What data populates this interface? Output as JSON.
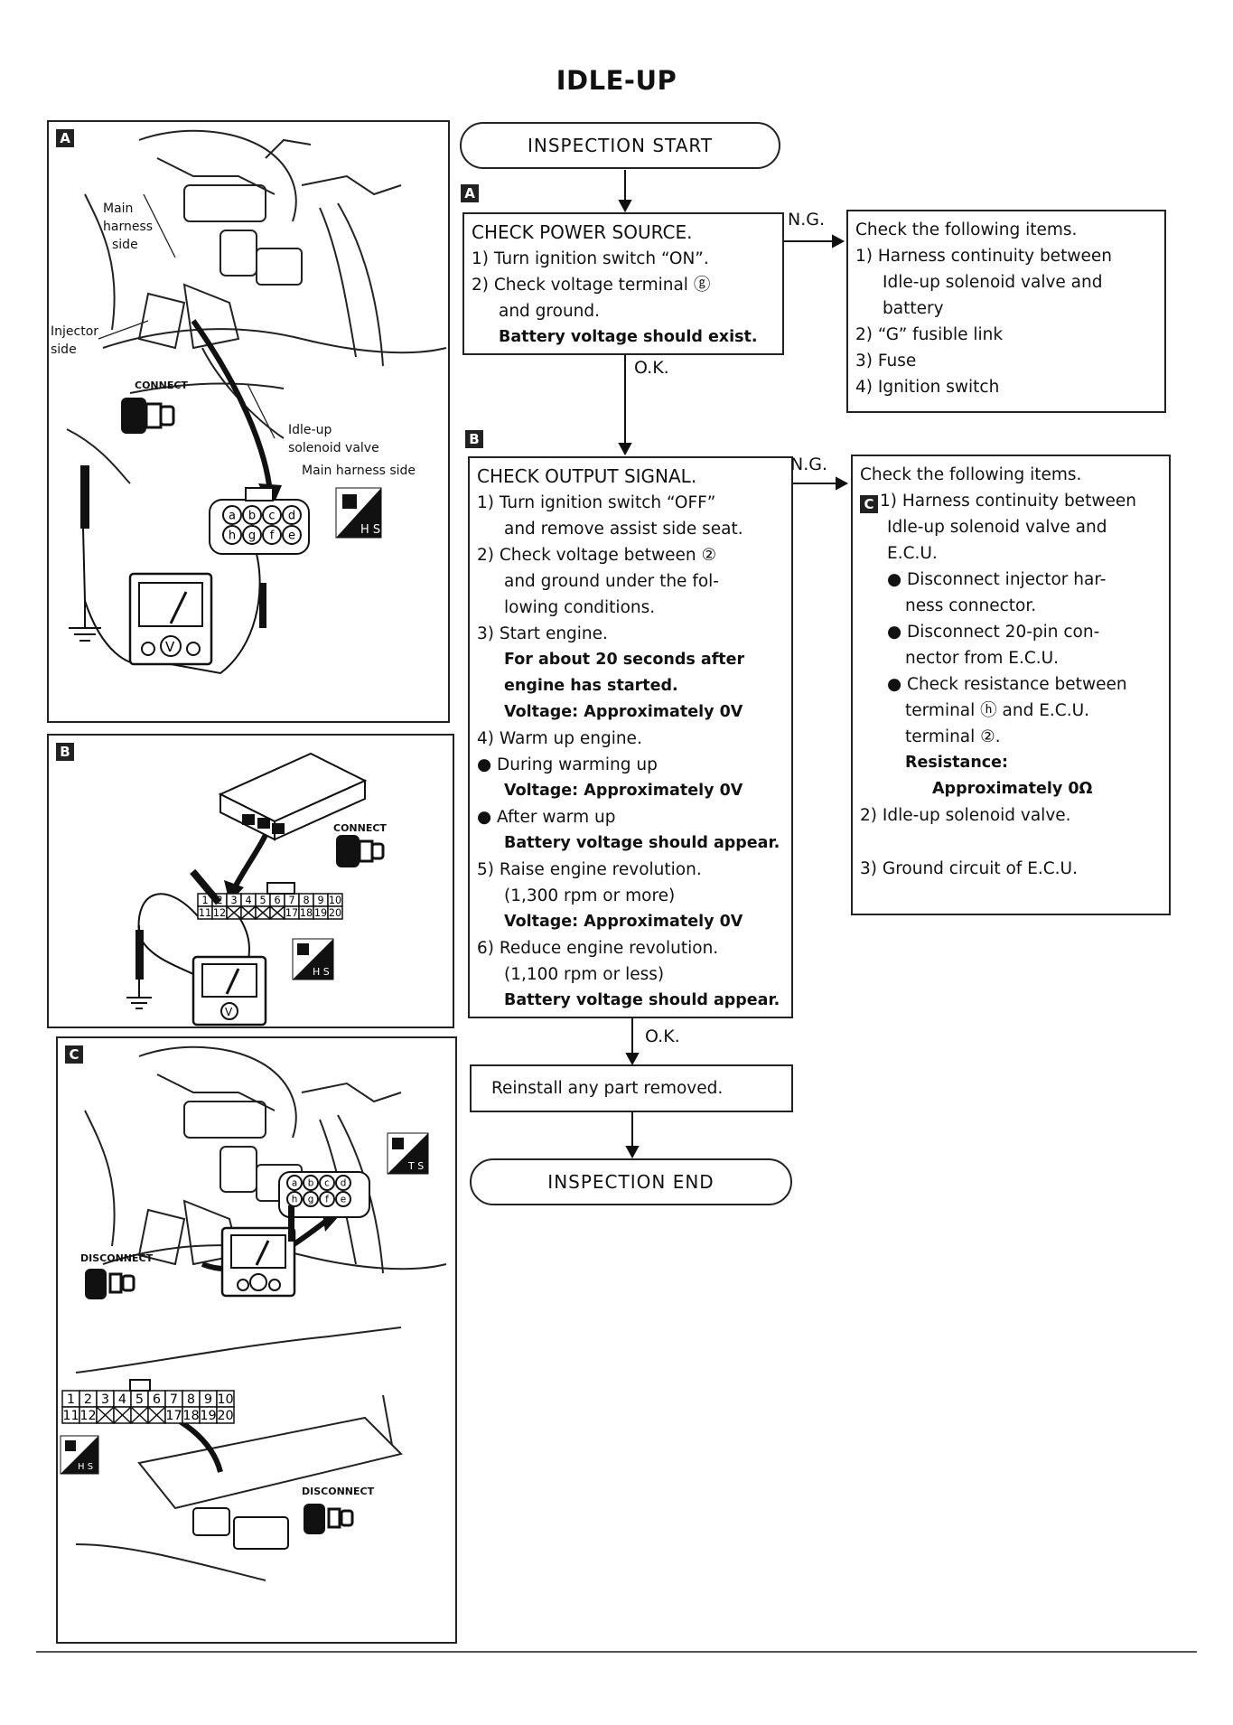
{
  "title": "IDLE-UP",
  "flow": {
    "start": "INSPECTION  START",
    "end": "INSPECTION END",
    "tag_a": "A",
    "tag_b": "B",
    "ng1": "N.G.",
    "ok1": "O.K.",
    "ng2": "N.G.",
    "ok2": "O.K.",
    "reinstall": "Reinstall any part removed.",
    "step_a": {
      "heading": "CHECK POWER SOURCE.",
      "lines": [
        "1) Turn ignition switch “ON”.",
        "2) Check voltage terminal ⓖ",
        "and ground.",
        "Battery voltage should exist."
      ]
    },
    "step_b": {
      "heading": "CHECK OUTPUT SIGNAL.",
      "lines": [
        "1) Turn ignition switch “OFF”",
        "and remove assist side seat.",
        "2) Check voltage between ②",
        "and ground under the fol-",
        "lowing conditions.",
        "3) Start engine.",
        "For about 20 seconds after",
        "engine has started.",
        "Voltage:  Approximately 0V",
        "4) Warm up engine.",
        "●  During warming up",
        "Voltage:  Approximately 0V",
        "●  After warm up",
        "Battery voltage should appear.",
        "5) Raise engine revolution.",
        "(1,300 rpm or more)",
        "Voltage:  Approximately 0V",
        "6) Reduce engine revolution.",
        "(1,100 rpm or less)",
        "Battery voltage should appear."
      ]
    },
    "ng_a": {
      "heading": "Check the following items.",
      "lines": [
        "1) Harness continuity between",
        "Idle-up solenoid valve and",
        "battery",
        "2) “G” fusible link",
        "3) Fuse",
        "4) Ignition switch"
      ]
    },
    "ng_b": {
      "heading": "Check the following items.",
      "tag": "C",
      "lines": [
        "1) Harness continuity between",
        "Idle-up solenoid valve and",
        "E.C.U.",
        "●  Disconnect injector har-",
        "ness connector.",
        "●  Disconnect 20-pin con-",
        "nector from E.C.U.",
        "●  Check resistance between",
        "terminal ⓗ and E.C.U.",
        "terminal ②.",
        "Resistance:",
        "Approximately 0Ω",
        "2) Idle-up solenoid valve.",
        "3) Ground circuit of E.C.U."
      ]
    }
  },
  "panels": {
    "a": {
      "tag": "A",
      "labels": [
        "Main",
        "harness",
        "side",
        "Injector",
        "side",
        "CONNECT",
        "Idle-up",
        "solenoid valve",
        "Main harness side",
        "H S"
      ],
      "terminals_top": [
        "a",
        "b",
        "c",
        "d"
      ],
      "terminals_bottom": [
        "h",
        "g",
        "f",
        "e"
      ]
    },
    "b": {
      "tag": "B",
      "labels": [
        "CONNECT",
        "H S"
      ],
      "pins_top": [
        "1",
        "2",
        "3",
        "4",
        "5",
        "6",
        "7",
        "8",
        "9",
        "10"
      ],
      "pins_bottom": [
        "11",
        "12",
        "",
        "",
        "",
        "",
        "17",
        "18",
        "19",
        "20"
      ]
    },
    "c": {
      "tag": "C",
      "labels": [
        "DISCONNECT",
        "DISCONNECT",
        "T S",
        "H S"
      ],
      "terminals_top": [
        "a",
        "b",
        "c",
        "d"
      ],
      "terminals_bottom": [
        "h",
        "g",
        "f",
        "e"
      ],
      "pins_top": [
        "1",
        "2",
        "3",
        "4",
        "5",
        "6",
        "7",
        "8",
        "9",
        "10"
      ],
      "pins_bottom": [
        "11",
        "12",
        "",
        "",
        "",
        "",
        "17",
        "18",
        "19",
        "20"
      ]
    }
  }
}
